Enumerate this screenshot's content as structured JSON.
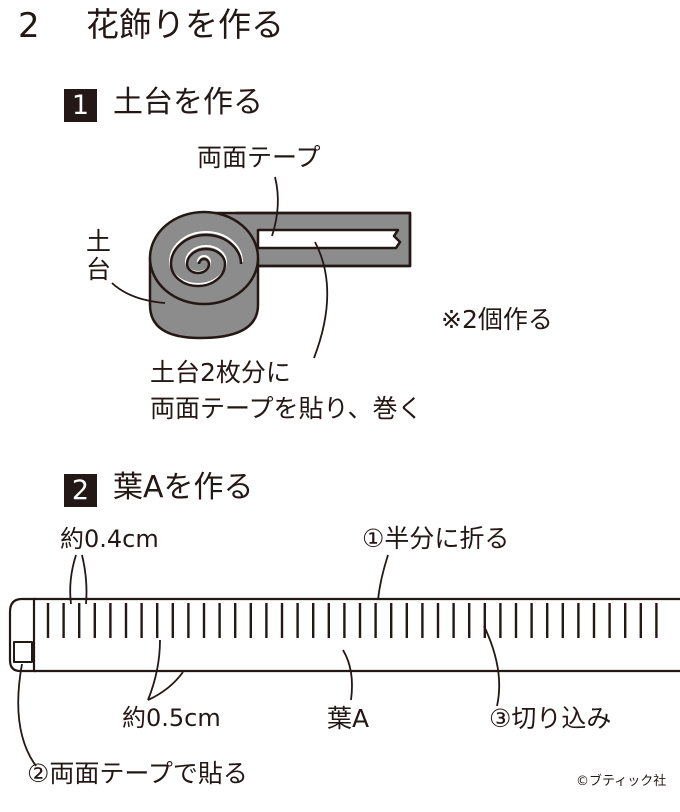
{
  "heading": {
    "number": "2",
    "text": "花飾りを作る"
  },
  "step1": {
    "number": "1",
    "title": "土台を作る",
    "labels": {
      "double_tape": "両面テープ",
      "base_char_1": "土",
      "base_char_2": "台",
      "note": "※2個作る",
      "instruction_line1": "土台2枚分に",
      "instruction_line2": "両面テープを貼り、巻く"
    }
  },
  "step2": {
    "number": "2",
    "title": "葉Aを作る",
    "labels": {
      "approx_04": "約0.4cm",
      "fold_half": "①半分に折る",
      "approx_05": "約0.5cm",
      "leaf_a": "葉A",
      "cuts": "③切り込み",
      "tape_stick": "②両面テープで貼る"
    }
  },
  "credit": "©ブティック社",
  "colors": {
    "ink": "#231815",
    "gray_fill": "#8c8c8c",
    "paper": "#ffffff"
  }
}
